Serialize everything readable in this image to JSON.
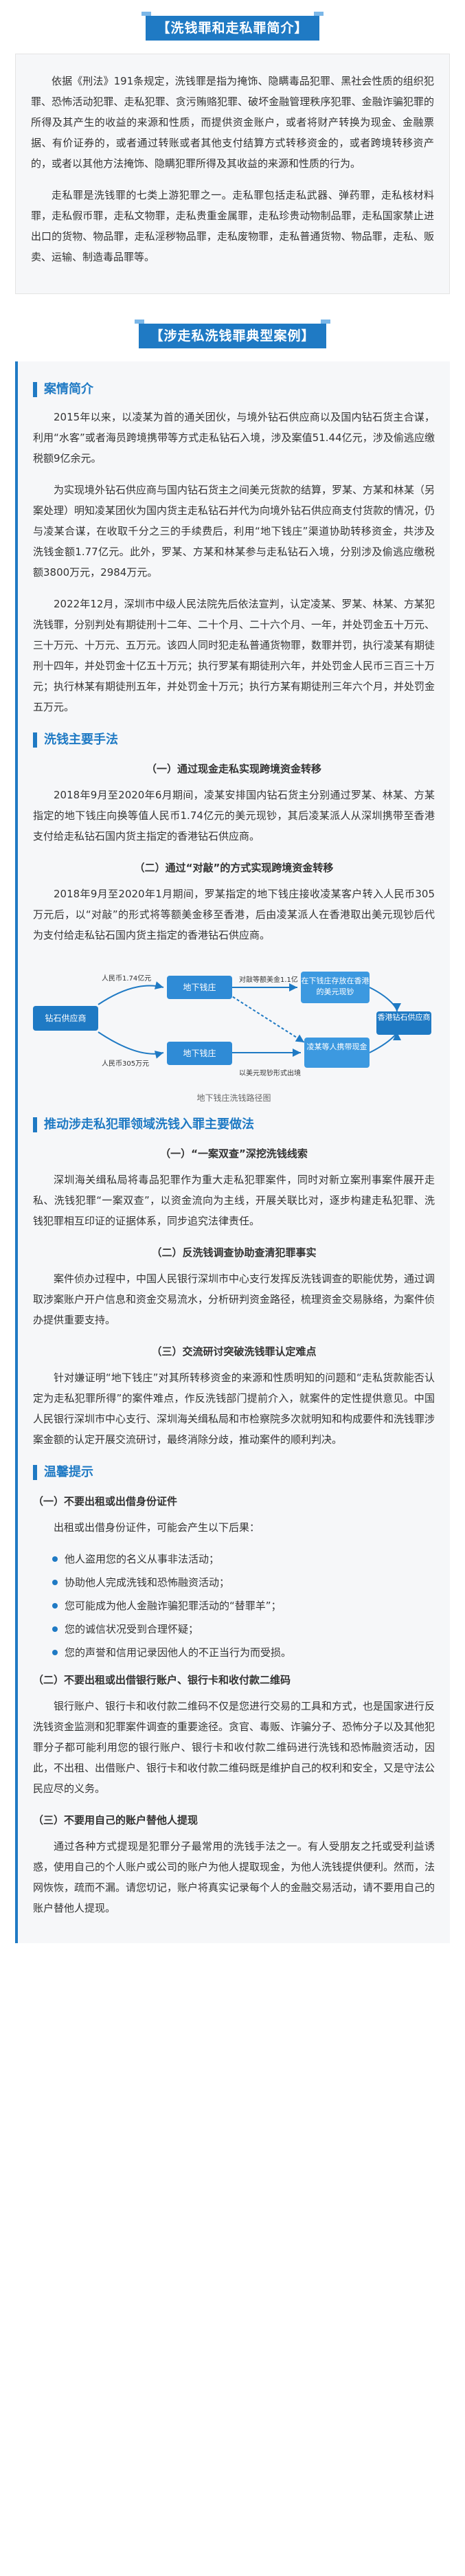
{
  "section1": {
    "title": "【洗钱罪和走私罪简介】",
    "paragraphs": [
      "依据《刑法》191条规定，洗钱罪是指为掩饰、隐瞒毒品犯罪、黑社会性质的组织犯罪、恐怖活动犯罪、走私犯罪、贪污贿赂犯罪、破坏金融管理秩序犯罪、金融诈骗犯罪的所得及其产生的收益的来源和性质，而提供资金账户，或者将财产转换为现金、金融票据、有价证券的，或者通过转账或者其他支付结算方式转移资金的，或者跨境转移资产的，或者以其他方法掩饰、隐瞒犯罪所得及其收益的来源和性质的行为。",
      "走私罪是洗钱罪的七类上游犯罪之一。走私罪包括走私武器、弹药罪，走私核材料罪，走私假币罪，走私文物罪，走私贵重金属罪，走私珍贵动物制品罪，走私国家禁止进出口的货物、物品罪，走私淫秽物品罪，走私废物罪，走私普通货物、物品罪，走私、贩卖、运输、制造毒品罪等。"
    ]
  },
  "section2": {
    "title": "【涉走私洗钱罪典型案例】",
    "case_title": "案情简介",
    "case_paragraphs": [
      "2015年以来，以凌某为首的通关团伙，与境外钻石供应商以及国内钻石货主合谋，利用“水客”或者海员跨境携带等方式走私钻石入境，涉及案值51.44亿元，涉及偷逃应缴税额9亿余元。",
      "为实现境外钻石供应商与国内钻石货主之间美元货款的结算，罗某、方某和林某（另案处理）明知凌某团伙为国内货主走私钻石并代为向境外钻石供应商支付货款的情况，仍与凌某合谋，在收取千分之三的手续费后，利用“地下钱庄”渠道协助转移资金，共涉及洗钱金额1.77亿元。此外，罗某、方某和林某参与走私钻石入境，分别涉及偷逃应缴税额3800万元，2984万元。",
      "2022年12月，深圳市中级人民法院先后依法宣判，认定凌某、罗某、林某、方某犯洗钱罪，分别判处有期徒刑十二年、二十个月、二十六个月、一年，并处罚金五十万元、三十万元、十万元、五万元。该四人同时犯走私普通货物罪，数罪并罚，执行凌某有期徒刑十四年，并处罚金十亿五十万元；执行罗某有期徒刑六年，并处罚金人民币三百三十万元；执行林某有期徒刑五年，并处罚金十万元；执行方某有期徒刑三年六个月，并处罚金五万元。"
    ],
    "method_title": "洗钱主要手法",
    "methods": [
      {
        "title": "（一）通过现金走私实现跨境资金转移",
        "text": "2018年9月至2020年6月期间，凌某安排国内钻石货主分别通过罗某、林某、方某指定的地下钱庄向换等值人民币1.74亿元的美元现钞，其后凌某派人从深圳携带至香港支付给走私钻石国内货主指定的香港钻石供应商。"
      },
      {
        "title": "（二）通过“对敲”的方式实现跨境资金转移",
        "text": "2018年9月至2020年1月期间，罗某指定的地下钱庄接收凌某客户转入人民币305万元后，以“对敲”的形式将等额美金移至香港，后由凌某派人在香港取出美元现钞后代为支付给走私钻石国内货主指定的香港钻石供应商。"
      }
    ],
    "flow": {
      "n_buyer": "钻石供应商",
      "n_bank": "地下钱庄",
      "n_bank2": "地下钱庄",
      "n_hk": "在下钱庄存放在香港的美元现钞",
      "n_ling": "凌某等人携带现金",
      "n_hk_supplier": "香港钻石供应商",
      "l_a": "人民币1.74亿元",
      "l_b": "人民币305万元",
      "l_c": "对敲等额美金1.1亿",
      "l_d": "以美元现钞形式出境",
      "caption": "地下钱庄洗钱路径图"
    },
    "promote_title": "推动涉走私犯罪领域洗钱入罪主要做法",
    "promotes": [
      {
        "title": "（一）“一案双查”深挖洗钱线索",
        "text": "深圳海关缉私局将毒品犯罪作为重大走私犯罪案件，同时对新立案刑事案件展开走私、洗钱犯罪“一案双查”，以资金流向为主线，开展关联比对，逐步构建走私犯罪、洗钱犯罪相互印证的证据体系，同步追究法律责任。"
      },
      {
        "title": "（二）反洗钱调查协助查清犯罪事实",
        "text": "案件侦办过程中，中国人民银行深圳市中心支行发挥反洗钱调查的职能优势，通过调取涉案账户开户信息和资金交易流水，分析研判资金路径，梳理资金交易脉络，为案件侦办提供重要支持。"
      },
      {
        "title": "（三）交流研讨突破洗钱罪认定难点",
        "text": "针对嫌证明“地下钱庄”对其所转移资金的来源和性质明知的问题和“走私货款能否认定为走私犯罪所得”的案件难点，作反洗钱部门提前介入，就案件的定性提供意见。中国人民银行深圳市中心支行、深圳海关缉私局和市检察院多次就明知和构成要件和洗钱罪涉案金额的认定开展交流研讨，最终消除分歧，推动案件的顺利判决。"
      }
    ],
    "tips_title": "温馨提示",
    "tip1_title": "（一）不要出租或出借身份证件",
    "tip1_intro": "出租或出借身份证件，可能会产生以下后果：",
    "tip1_bullets": [
      "他人盗用您的名义从事非法活动；",
      "协助他人完成洗钱和恐怖融资活动；",
      "您可能成为他人金融诈骗犯罪活动的“替罪羊”；",
      "您的诚信状况受到合理怀疑；",
      "您的声誉和信用记录因他人的不正当行为而受损。"
    ],
    "tip2_title": "（二）不要出租或出借银行账户、银行卡和收付款二维码",
    "tip2_text": "银行账户、银行卡和收付款二维码不仅是您进行交易的工具和方式，也是国家进行反洗钱资金监测和犯罪案件调查的重要途径。贪官、毒贩、诈骗分子、恐怖分子以及其他犯罪分子都可能利用您的银行账户、银行卡和收付款二维码进行洗钱和恐怖融资活动，因此，不出租、出借账户、银行卡和收付款二维码既是维护自己的权利和安全，又是守法公民应尽的义务。",
    "tip3_title": "（三）不要用自己的账户替他人提现",
    "tip3_text": "通过各种方式提现是犯罪分子最常用的洗钱手法之一。有人受朋友之托或受利益诱惑，使用自己的个人账户或公司的账户为他人提取现金，为他人洗钱提供便利。然而，法网恢恢，疏而不漏。请您切记，账户将真实记录每个人的金融交易活动，请不要用自己的账户替他人提现。"
  },
  "colors": {
    "accent": "#1f7ac4",
    "panel_bg": "#f6f7f9"
  }
}
